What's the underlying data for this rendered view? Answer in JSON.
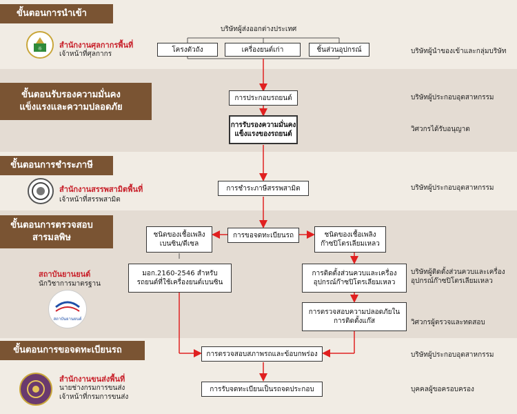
{
  "sections": {
    "import": "ขั้นตอนการนำเข้า",
    "certify": "ขั้นตอนรับรองความมั่นคง\nแข็งแรงและความปลอดภัย",
    "excise": "ขั้นตอนการชำระภาษี",
    "emission": "ขั้นตอนการตรวจสอบ\nสารมลพิษ",
    "register": "ขั้นตอนการขอจดทะเบียนรถ"
  },
  "agencies": {
    "customs_red": "สำนักงานศุลกากรพื้นที่",
    "customs_black": "เจ้าหน้าที่ศุลกากร",
    "excise_red": "สำนักงานสรรพสามิตพื้นที่",
    "excise_black": "เจ้าหน้าที่สรรพสามิต",
    "tisi_red": "สถาบันยานยนต์",
    "tisi_black": "นักวิชาการมาตรฐาน",
    "tisi_logo_text": "สถาบันยานยนต์",
    "transport_red": "สำนักงานขนส่งพื้นที่",
    "transport_black": "นายช่างกรมการขนส่ง\nเจ้าหน้าที่กรมการขนส่ง"
  },
  "flow": {
    "exporter": "บริษัทผู้ส่งออกต่างประเทศ",
    "chassis": "โครงตัวถัง",
    "old_engine": "เครื่องยนต์เก่า",
    "parts": "ชิ้นส่วนอุปกรณ์",
    "assembly": "การประกอบรถยนต์",
    "certification": "การรับรองความมั่นคง\nแข็งแรงของรถยนต์",
    "excise_payment": "การชำระภาษีสรรพสามิต",
    "plate_request": "การขอจดทะเบียนรถ",
    "fuel_gasoline": "ชนิดของเชื้อเพลิง\nเบนซิน/ดีเซล",
    "fuel_gas": "ชนิดของเชื้อเพลิง\nก๊าซปิโตรเลียมเหลว",
    "standard": "มอก.2160-2546 สำหรับ\nรถยนต์ที่ใช้เครื่องยนต์เบนซิน",
    "gas_install": "การติดตั้งส่วนควบและเครื่อง\nอุปกรณ์ก๊าซปิโตรเลียมเหลว",
    "gas_safety": "การตรวจสอบความปลอดภัยใน\nการติดตั้งแก๊ส",
    "inspection": "การตรวจสอบสภาพรถและข้อบกพร่อง",
    "registered": "การรับจดทะเบียนเป็นรถจดประกอบ"
  },
  "actors": {
    "importer": "บริษัทผู้นำของเข้าและกลุ่มบริษัท",
    "manufacturer": "บริษัทผู้ประกอบอุตสาหกรรม",
    "licensed_engineer": "วิศวกรได้รับอนุญาต",
    "manufacturer2": "บริษัทผู้ประกอบอุตสาหกรรม",
    "gas_installer": "บริษัทผู้ติดตั้งส่วนควบและเครื่อง\nอุปกรณ์ก๊าซปิโตรเลียมเหลว",
    "test_engineer": "วิศวกรผู้ตรวจและทดสอบ",
    "manufacturer3": "บริษัทผู้ประกอบอุตสาหกรรม",
    "owner": "บุคคลผู้ขอครอบครอง"
  },
  "colors": {
    "tab": "#7a5433",
    "arrow": "#e02020",
    "light": "#f1ece4",
    "dark": "#e4dcd3"
  }
}
